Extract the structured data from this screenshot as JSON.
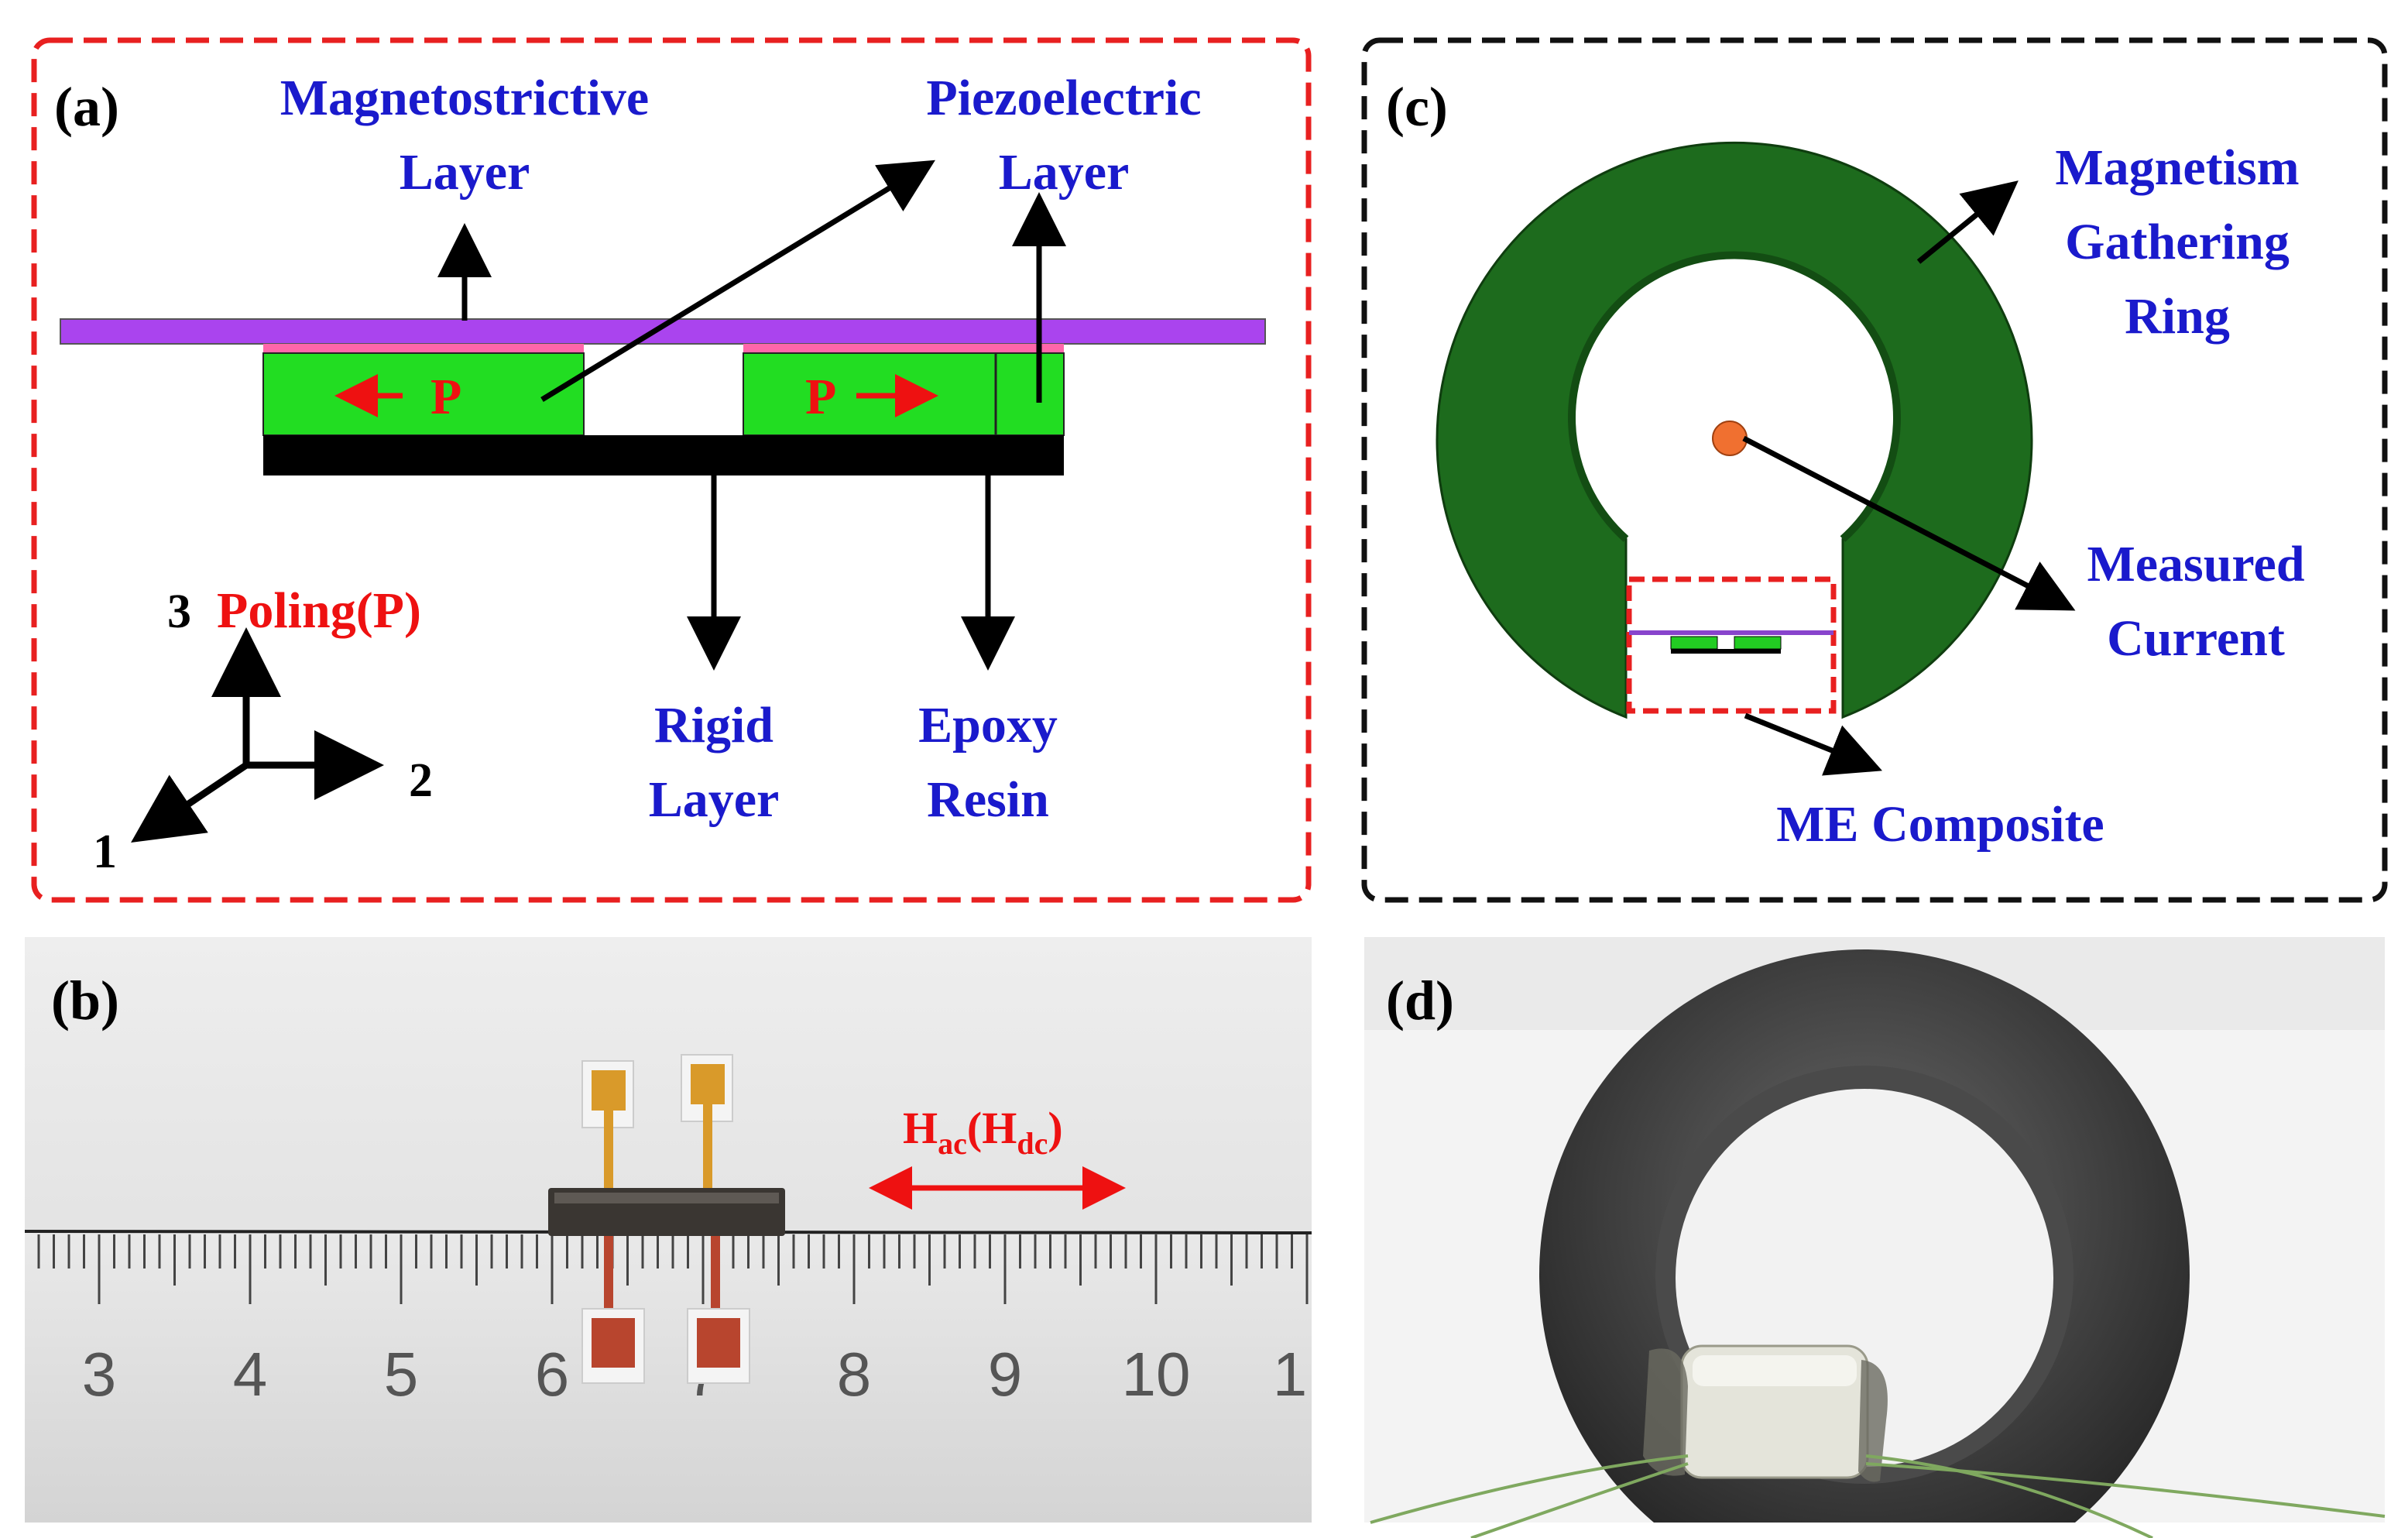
{
  "colors": {
    "label_blue": "#1a1acc",
    "poling_red": "#ee1111",
    "magnetostrictive": "#aa44ee",
    "piezoelectric": "#22dd22",
    "rigid": "#000000",
    "ring_green": "#1d6b1d",
    "panel_a_border": "#e82020",
    "panel_c_border": "#111111"
  },
  "panel_a": {
    "tag": "(a)",
    "magnetostrictive_line1": "Magnetostrictive",
    "magnetostrictive_line2": "Layer",
    "piezoelectric_line1": "Piezoelectric",
    "piezoelectric_line2": "Layer",
    "poling_arrow_label": "P",
    "rigid_line1": "Rigid",
    "rigid_line2": "Layer",
    "epoxy_line1": "Epoxy",
    "epoxy_line2": "Resin",
    "axis_3": "3",
    "poling_caption": "Poling(P)",
    "axis_2": "2",
    "axis_1": "1"
  },
  "panel_b": {
    "tag": "(b)",
    "field_main_1": "H",
    "field_sub_1": "ac",
    "field_paren_open": "(H",
    "field_sub_2": "dc",
    "field_paren_close": ")",
    "ruler_numbers": [
      "3",
      "4",
      "5",
      "6",
      "7",
      "8",
      "9",
      "10",
      "1"
    ]
  },
  "panel_c": {
    "tag": "(c)",
    "ring_line1": "Magnetism",
    "ring_line2": "Gathering",
    "ring_line3": "Ring",
    "current_line1": "Measured",
    "current_line2": "Current",
    "composite_label": "ME Composite"
  },
  "panel_d": {
    "tag": "(d)"
  }
}
